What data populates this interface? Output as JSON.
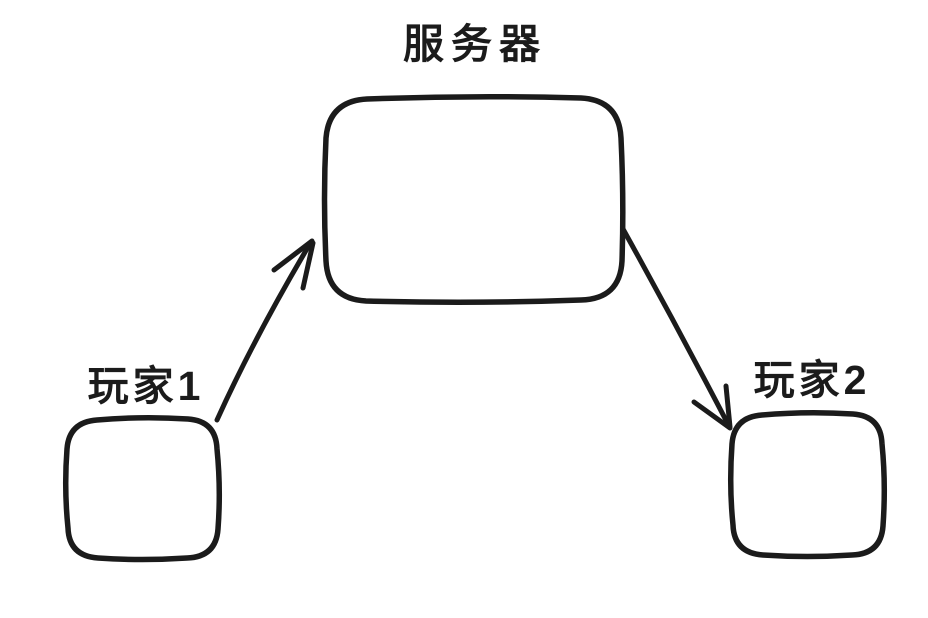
{
  "diagram": {
    "background_color": "#ffffff",
    "stroke_color": "#1b1b1b",
    "text_color": "#1b1b1b",
    "nodes": [
      {
        "id": "server",
        "label": "服务器",
        "shape": "rounded-rectangle",
        "position": "top-center"
      },
      {
        "id": "player1",
        "label": "玩家1",
        "shape": "rounded-square",
        "position": "bottom-left"
      },
      {
        "id": "player2",
        "label": "玩家2",
        "shape": "rounded-square",
        "position": "bottom-right"
      }
    ],
    "edges": [
      {
        "from": "player1",
        "to": "server",
        "style": "arrow",
        "direction": "up-right"
      },
      {
        "from": "server",
        "to": "player2",
        "style": "arrow",
        "direction": "down-right"
      }
    ]
  }
}
